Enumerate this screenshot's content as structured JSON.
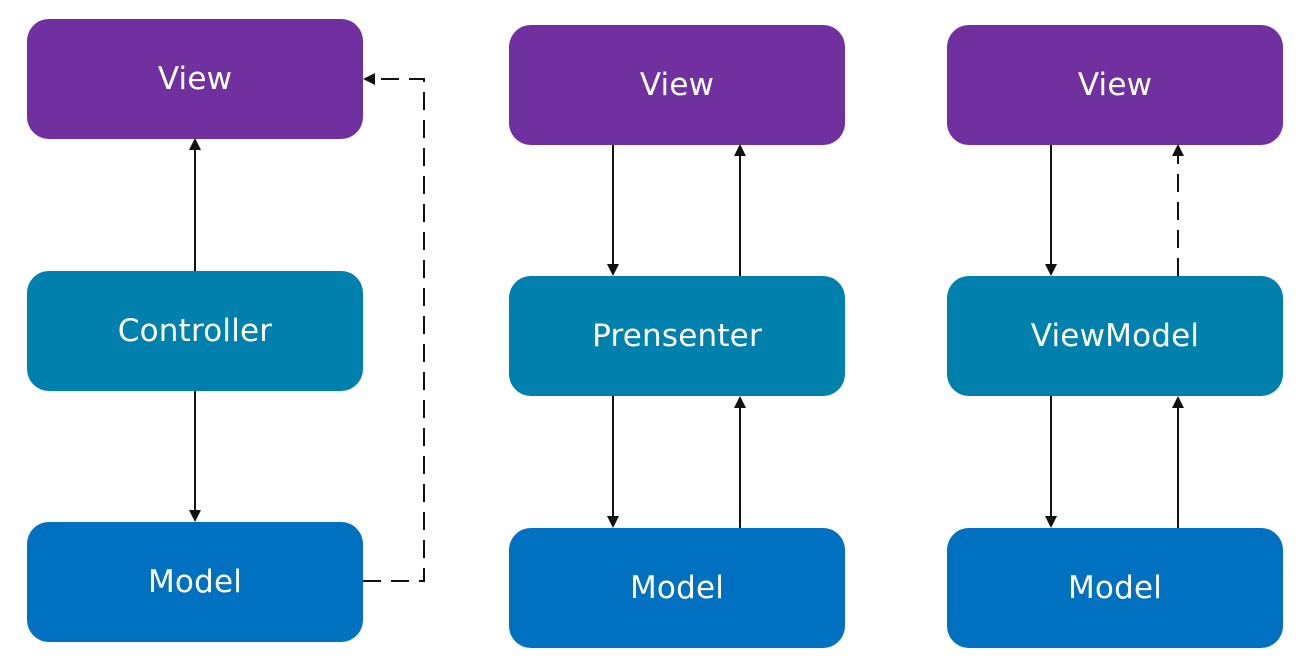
{
  "colors": {
    "view": "#7030a0",
    "middle": "#0080ad",
    "model": "#0070c0",
    "arrow": "#111111",
    "background": "#ffffff"
  },
  "diagrams": [
    {
      "view": "View",
      "middle": "Controller",
      "model": "Model"
    },
    {
      "view": "View",
      "middle": "Prensenter",
      "model": "Model"
    },
    {
      "view": "View",
      "middle": "ViewModel",
      "model": "Model"
    }
  ]
}
